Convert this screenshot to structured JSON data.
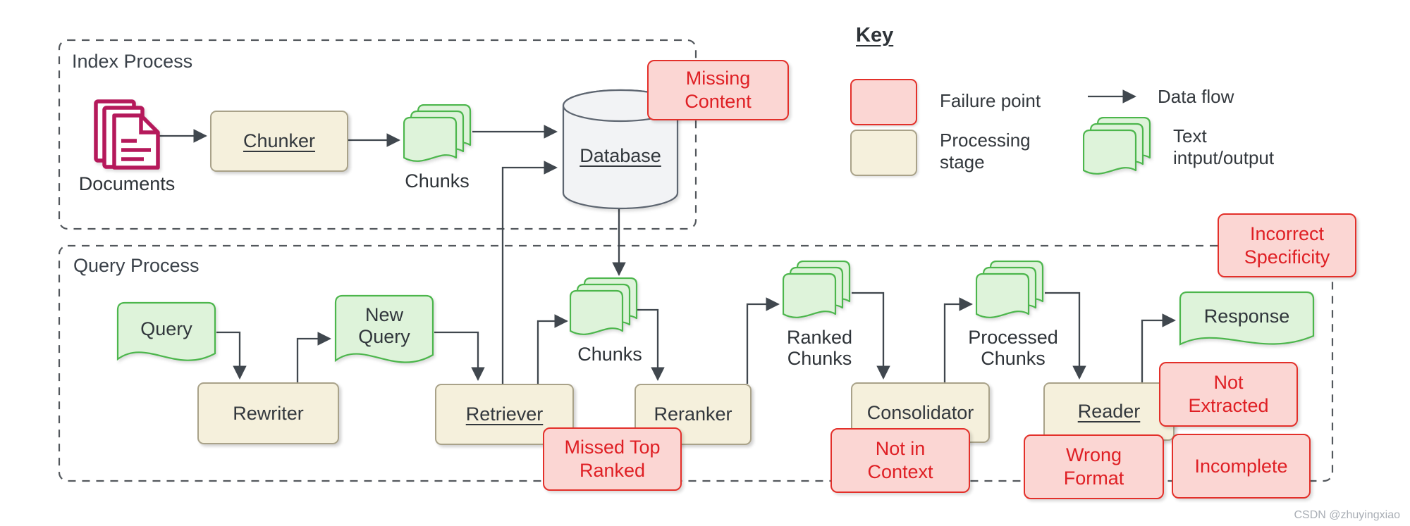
{
  "watermark": "CSDN @zhuyingxiao",
  "colors": {
    "failure_fill": "#fbd6d3",
    "failure_border": "#e3302a",
    "failure_text": "#df1f24",
    "stage_fill": "#f5f0dc",
    "stage_border": "#a9a289",
    "text_io_fill": "#def3da",
    "text_io_border": "#4cb64c",
    "documents_icon": "#b5195b",
    "database_fill": "#f2f3f5",
    "connector": "#40474e"
  },
  "index_process": {
    "title": "Index Process",
    "documents_label": "Documents",
    "chunker_label": "Chunker",
    "chunks_label": "Chunks",
    "database_label": "Database",
    "missing_content": "Missing\nContent"
  },
  "query_process": {
    "title": "Query Process",
    "query_label": "Query",
    "rewriter_label": "Rewriter",
    "new_query_label": "New\nQuery",
    "retriever_label": "Retriever",
    "chunks_label": "Chunks",
    "reranker_label": "Reranker",
    "ranked_chunks_label": "Ranked\nChunks",
    "consolidator_label": "Consolidator",
    "processed_chunks_label": "Processed\nChunks",
    "reader_label": "Reader",
    "response_label": "Response",
    "missed_top_ranked": "Missed Top\nRanked",
    "not_in_context": "Not in\nContext",
    "incorrect_specificity": "Incorrect\nSpecificity",
    "not_extracted": "Not\nExtracted",
    "wrong_format": "Wrong\nFormat",
    "incomplete": "Incomplete"
  },
  "key": {
    "title": "Key",
    "failure_point_label": "Failure point",
    "data_flow_label": "Data flow",
    "processing_stage_label": "Processing\nstage",
    "text_io_label": "Text\nintput/output"
  }
}
